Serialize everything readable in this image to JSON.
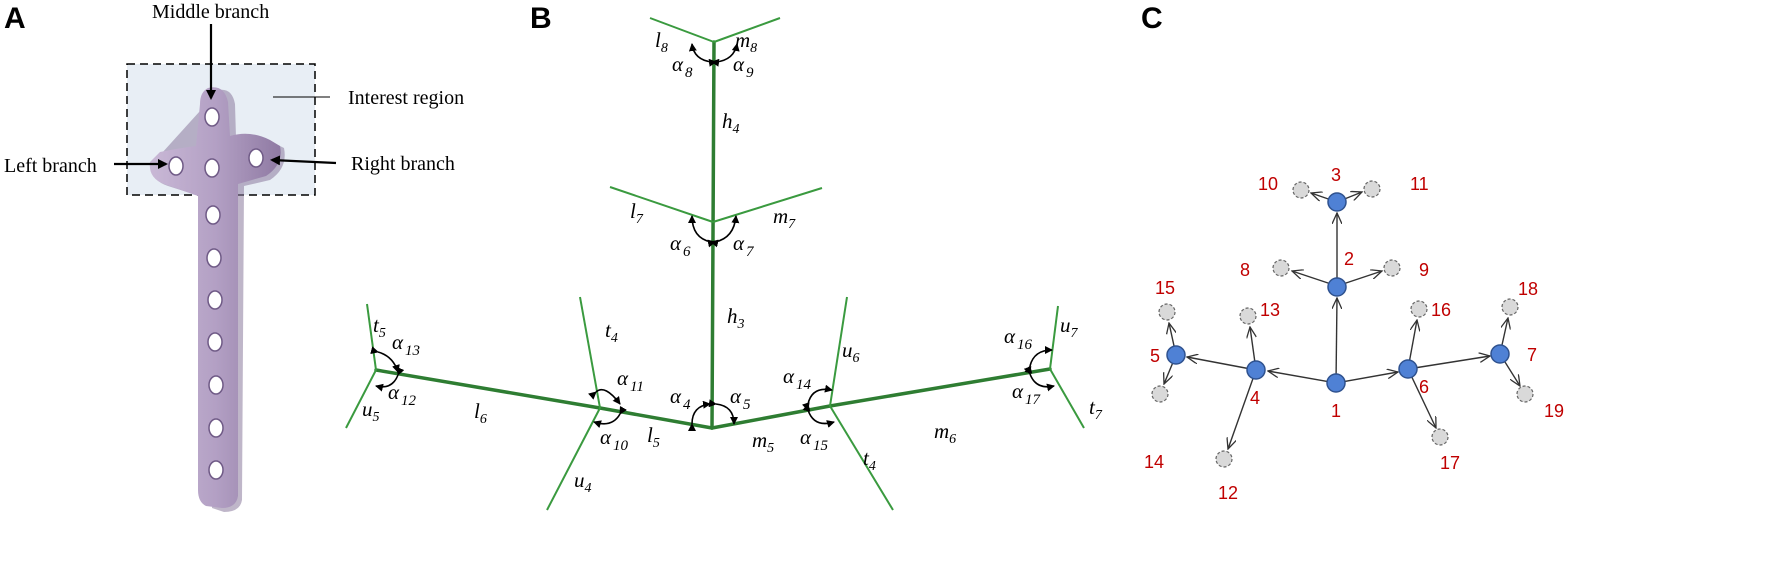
{
  "panels": {
    "a": {
      "label": "A",
      "annotations": {
        "middle": "Middle branch",
        "interest": "Interest region",
        "left": "Left branch",
        "right": "Right branch"
      }
    },
    "b": {
      "label": "B",
      "segments": [
        {
          "id": "l8",
          "base": "l",
          "sub": "8"
        },
        {
          "id": "m8",
          "base": "m",
          "sub": "8"
        },
        {
          "id": "h4",
          "base": "h",
          "sub": "4"
        },
        {
          "id": "l7",
          "base": "l",
          "sub": "7"
        },
        {
          "id": "m7",
          "base": "m",
          "sub": "7"
        },
        {
          "id": "h3",
          "base": "h",
          "sub": "3"
        },
        {
          "id": "t5",
          "base": "t",
          "sub": "5"
        },
        {
          "id": "u5",
          "base": "u",
          "sub": "5"
        },
        {
          "id": "l6",
          "base": "l",
          "sub": "6"
        },
        {
          "id": "t4a",
          "base": "t",
          "sub": "4"
        },
        {
          "id": "u4",
          "base": "u",
          "sub": "4"
        },
        {
          "id": "l5",
          "base": "l",
          "sub": "5"
        },
        {
          "id": "m5",
          "base": "m",
          "sub": "5"
        },
        {
          "id": "u6",
          "base": "u",
          "sub": "6"
        },
        {
          "id": "t4b",
          "base": "t",
          "sub": "4"
        },
        {
          "id": "m6",
          "base": "m",
          "sub": "6"
        },
        {
          "id": "u7",
          "base": "u",
          "sub": "7"
        },
        {
          "id": "t7",
          "base": "t",
          "sub": "7"
        }
      ],
      "angles": [
        {
          "id": "a8",
          "base": "α",
          "sub": "8"
        },
        {
          "id": "a9",
          "base": "α",
          "sub": "9"
        },
        {
          "id": "a6",
          "base": "α",
          "sub": "6"
        },
        {
          "id": "a7",
          "base": "α",
          "sub": "7"
        },
        {
          "id": "a13",
          "base": "α",
          "sub": "13"
        },
        {
          "id": "a12",
          "base": "α",
          "sub": "12"
        },
        {
          "id": "a11",
          "base": "α",
          "sub": "11"
        },
        {
          "id": "a10",
          "base": "α",
          "sub": "10"
        },
        {
          "id": "a4",
          "base": "α",
          "sub": "4"
        },
        {
          "id": "a5",
          "base": "α",
          "sub": "5"
        },
        {
          "id": "a14",
          "base": "α",
          "sub": "14"
        },
        {
          "id": "a15",
          "base": "α",
          "sub": "15"
        },
        {
          "id": "a16",
          "base": "α",
          "sub": "16"
        },
        {
          "id": "a17",
          "base": "α",
          "sub": "17"
        }
      ]
    },
    "c": {
      "label": "C",
      "node_labels": [
        "1",
        "2",
        "3",
        "4",
        "5",
        "6",
        "7",
        "8",
        "9",
        "10",
        "11",
        "12",
        "13",
        "14",
        "15",
        "16",
        "17",
        "18",
        "19"
      ],
      "colors": {
        "primary_fill": "#4f81d5",
        "secondary_fill": "#d9d9d9",
        "label": "#c00000"
      }
    }
  }
}
